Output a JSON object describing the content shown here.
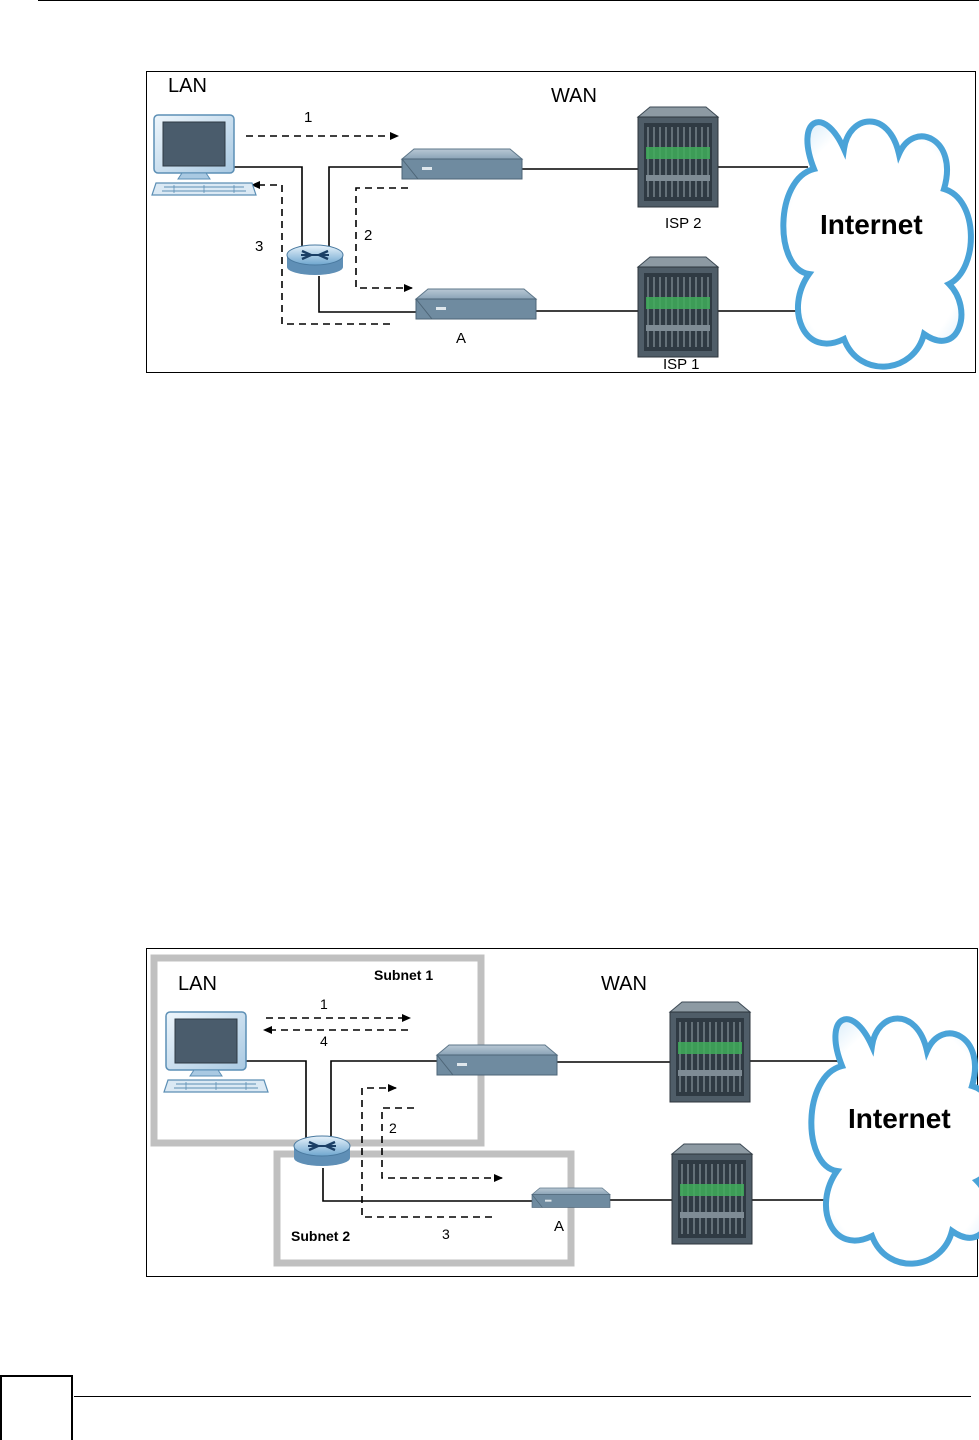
{
  "diagram1": {
    "lan_label": "LAN",
    "wan_label": "WAN",
    "internet_label": "Internet",
    "isp_top_label": "ISP 2",
    "isp_bottom_label": "ISP 1",
    "router_a_label": "A",
    "step1": "1",
    "step2": "2",
    "step3": "3"
  },
  "diagram2": {
    "lan_label": "LAN",
    "wan_label": "WAN",
    "internet_label": "Internet",
    "subnet1_label": "Subnet 1",
    "subnet2_label": "Subnet 2",
    "router_a_label": "A",
    "step1": "1",
    "step2": "2",
    "step3": "3",
    "step4": "4"
  },
  "colors": {
    "cloud_blue": "#4aa3d8",
    "subnet_gray": "#c0c0c0",
    "device_blue": "#7d99ad",
    "server_dark": "#3d4a55",
    "server_green": "#3fae5a"
  }
}
